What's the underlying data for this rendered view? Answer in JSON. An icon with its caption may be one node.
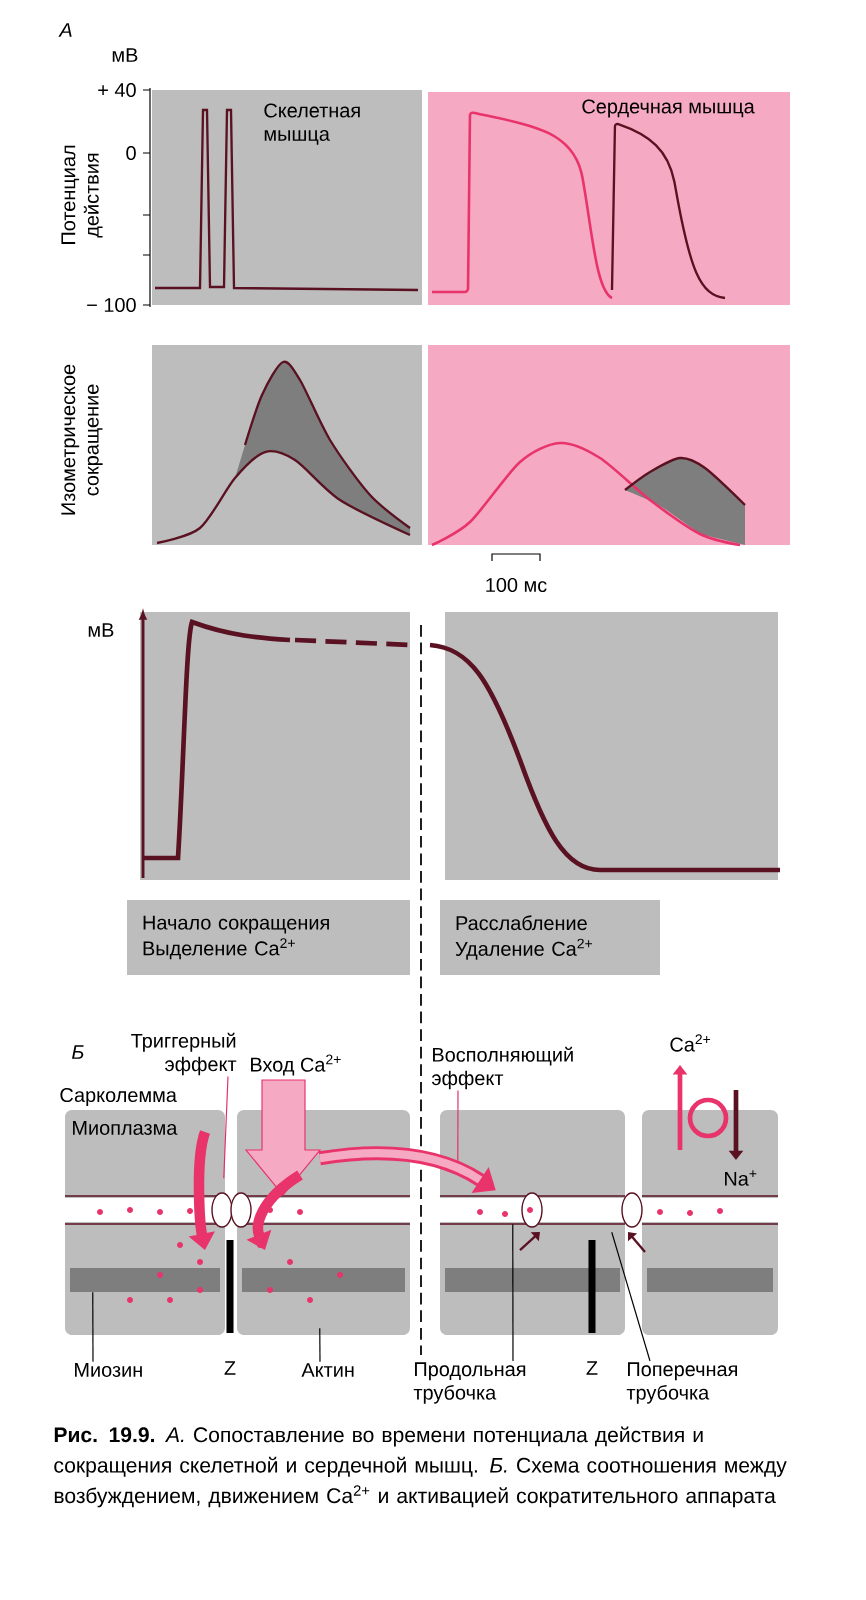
{
  "diagram": {
    "caption": "**Рис. 19.9.** *А.* Сопоставление во времени потенциала действия и сокращения скелетной и сердечной мышц. *Б.* Схема соотношения между возбуждением, движением Ca$^{2+}$ и активацией сократительного аппарата",
    "nodes": [
      {
        "text": [
          "Скелетная мышца"
        ]
      },
      {
        "text": [
          "Сердечная мышца"
        ]
      },
      {
        "text": [
          "Начало сокращения",
          "Выделение Ca$^{2+}$"
        ]
      },
      {
        "text": [
          "Расслабление",
          "Удаление Ca$^{2+}$"
        ]
      },
      {
        "text": [
          "Триггерный эффект"
        ]
      },
      {
        "text": [
          "Восполняющий эффект"
        ]
      },
      {
        "text": [
          "Миозин"
        ]
      },
      {
        "text": [
          "Актин"
        ]
      },
      {
        "text": [
          "Продольная трубочка"
        ]
      },
      {
        "text": [
          "Поперечная трубочка"
        ]
      },
      {
        "text": [],
        "shape": "box"
      },
      {
        "text": [],
        "shape": "box"
      },
      {
        "text": [
          "Миоплазма"
        ]
      },
      {
        "text": [],
        "shape": "box"
      },
      {
        "text": [],
        "shape": "box"
      },
      {
        "text": [],
        "shape": "box"
      }
    ],
    "edges": [
      {
        "from": 4,
        "to": 12,
        "arrow": "none",
        "color": "#e0306a"
      },
      {
        "from": 5,
        "to": 14,
        "arrow": "none",
        "color": "#e0306a"
      },
      {
        "from": 6,
        "to": 12,
        "arrow": "none"
      },
      {
        "from": 7,
        "to": 13,
        "arrow": "none"
      },
      {
        "from": 8,
        "to": 14,
        "arrow": "none"
      },
      {
        "from": 9,
        "to": 14,
        "arrow": "none"
      },
      {
        "from": 13,
        "to": 14,
        "arrow": "to",
        "style": "thick",
        "color": "#e8336b"
      }
    ],
    "labels": [
      "А",
      "мВ",
      "+ 40",
      "0",
      "− 100",
      "Потенциал действия",
      "Изометрическое сокращение",
      "100 мс",
      "мВ",
      "Б",
      "Вход Ca$^{2+}$",
      "Сарколемма",
      "Ca$^{2+}$",
      "Na$^{+}$",
      "Z",
      "Z"
    ]
  }
}
